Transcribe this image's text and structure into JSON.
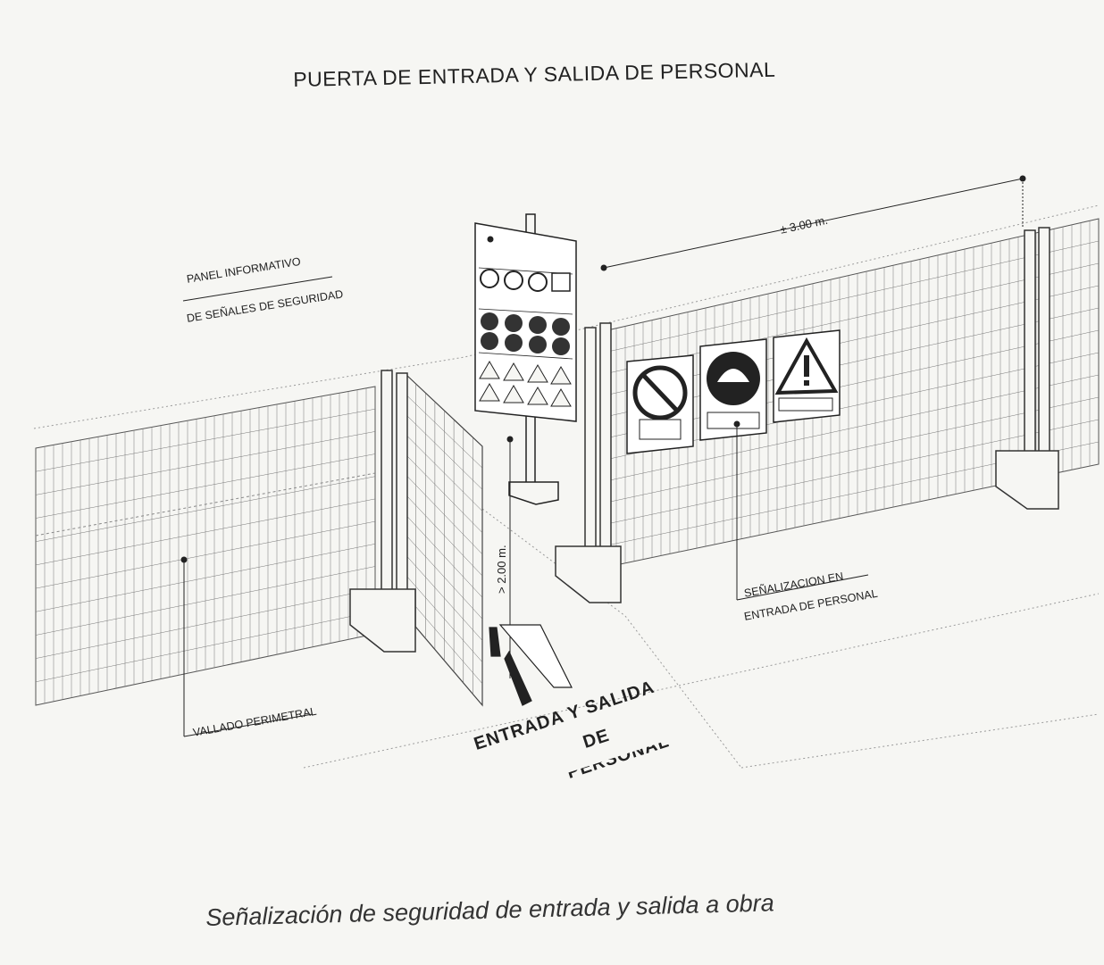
{
  "title": "PUERTA DE ENTRADA Y SALIDA DE PERSONAL",
  "caption": "Señalización de seguridad de entrada y salida a obra",
  "labels": {
    "panel_line1": "PANEL INFORMATIVO",
    "panel_line2": "DE SEÑALES DE SEGURIDAD",
    "dimension_width": "± 3.00 m.",
    "dimension_height": "> 2.00 m.",
    "signage_line1": "SEÑALIZACION EN",
    "signage_line2": "ENTRADA DE PERSONAL",
    "fence": "VALLADO PERIMETRAL",
    "floor_line1": "ENTRADA Y SALIDA",
    "floor_line2": "DE",
    "floor_line3": "PERSONAL"
  },
  "icons": {
    "prohibition": "prohibition-sign-icon",
    "obligation": "mandatory-helmet-sign-icon",
    "warning": "warning-triangle-sign-icon",
    "direction": "walking-arrow-icon"
  }
}
